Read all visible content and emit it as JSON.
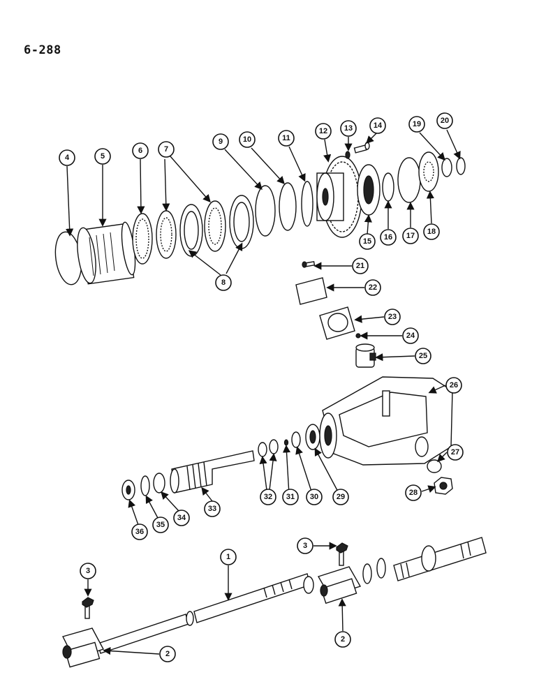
{
  "page": {
    "number": "6-288"
  },
  "callouts": [
    "1",
    "2",
    "2",
    "3",
    "3",
    "4",
    "5",
    "6",
    "7",
    "8",
    "9",
    "10",
    "11",
    "12",
    "13",
    "14",
    "15",
    "16",
    "17",
    "18",
    "19",
    "20",
    "21",
    "22",
    "23",
    "24",
    "25",
    "26",
    "27",
    "28",
    "29",
    "30",
    "31",
    "32",
    "33",
    "34",
    "35",
    "36"
  ]
}
